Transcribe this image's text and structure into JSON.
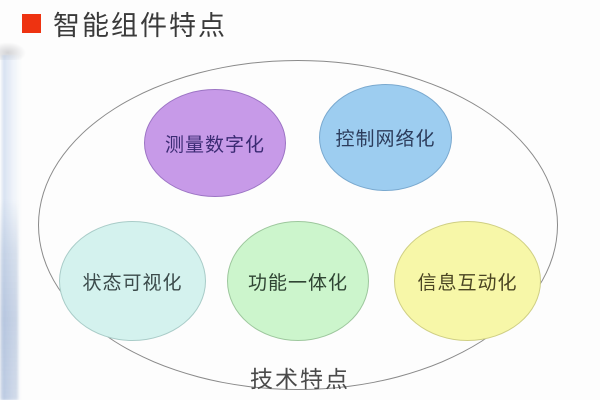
{
  "slide": {
    "title": "智能组件特点",
    "bullet_color": "#ee3311",
    "caption": "技术特点",
    "background_color": "#fdfdfd"
  },
  "outer_group": {
    "name": "technical-features-ellipse",
    "outline_color": "#8a8a8a"
  },
  "bubbles": [
    {
      "id": "measurement-digitalization",
      "label": "测量数字化",
      "fill": "#c79ae8",
      "stroke": "#9c74c4",
      "text_color": "#3b2b73"
    },
    {
      "id": "control-networking",
      "label": "控制网络化",
      "fill": "#9dcdf0",
      "stroke": "#7aa9cf",
      "text_color": "#2c3c5c"
    },
    {
      "id": "status-visualization",
      "label": "状态可视化",
      "fill": "#d4f2ee",
      "stroke": "#a9ccc8",
      "text_color": "#3b4a4a"
    },
    {
      "id": "function-integration",
      "label": "功能一体化",
      "fill": "#ccf5cc",
      "stroke": "#9dc79d",
      "text_color": "#2f4433"
    },
    {
      "id": "information-interaction",
      "label": "信息互动化",
      "fill": "#f7f7a8",
      "stroke": "#cfcf84",
      "text_color": "#4a4422"
    }
  ]
}
